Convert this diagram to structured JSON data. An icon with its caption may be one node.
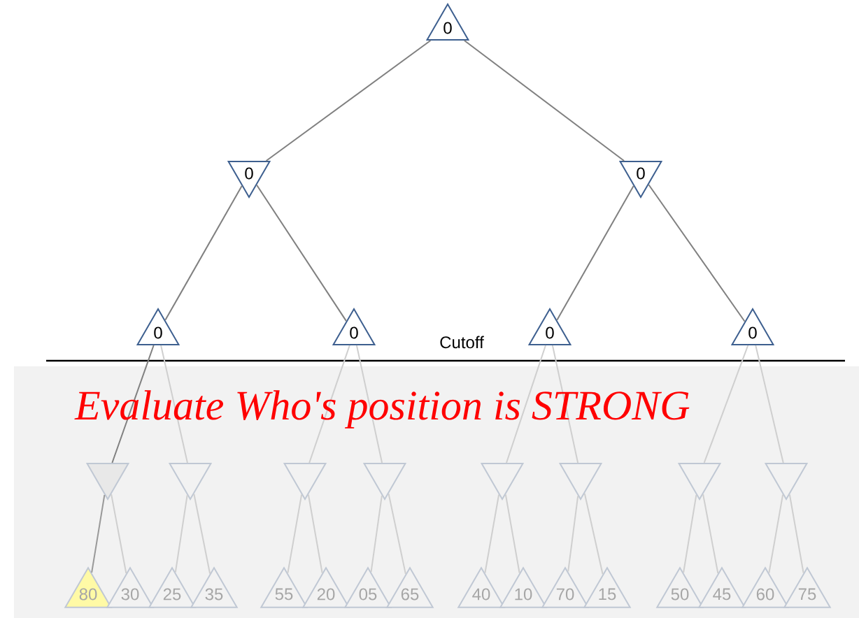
{
  "diagram": {
    "nodes": [
      {
        "text": [
          "0"
        ]
      },
      {
        "text": [
          "0"
        ]
      },
      {
        "text": [
          "0"
        ]
      },
      {
        "text": [
          "0"
        ]
      },
      {
        "text": [
          "0"
        ]
      },
      {
        "text": [
          "0"
        ]
      },
      {
        "text": [
          "0"
        ]
      },
      {
        "text": [],
        "shape": "triangle"
      },
      {
        "text": [],
        "shape": "triangle"
      },
      {
        "text": [],
        "shape": "triangle"
      },
      {
        "text": [],
        "shape": "triangle"
      },
      {
        "text": [],
        "shape": "triangle"
      },
      {
        "text": [],
        "shape": "triangle"
      },
      {
        "text": [],
        "shape": "triangle"
      },
      {
        "text": [],
        "shape": "triangle"
      },
      {
        "text": [
          "80"
        ]
      },
      {
        "text": [
          "30"
        ]
      },
      {
        "text": [
          "25"
        ]
      },
      {
        "text": [
          "35"
        ]
      },
      {
        "text": [
          "55"
        ]
      },
      {
        "text": [
          "20"
        ]
      },
      {
        "text": [
          "05"
        ]
      },
      {
        "text": [
          "65"
        ]
      },
      {
        "text": [
          "40"
        ]
      },
      {
        "text": [
          "10"
        ]
      },
      {
        "text": [
          "70"
        ]
      },
      {
        "text": [
          "15"
        ]
      },
      {
        "text": [
          "50"
        ]
      },
      {
        "text": [
          "45"
        ]
      },
      {
        "text": [
          "60"
        ]
      },
      {
        "text": [
          "75"
        ]
      }
    ],
    "edges": [
      {
        "from": 0,
        "to": 1,
        "arrow": "none",
        "color": "#808080"
      },
      {
        "from": 0,
        "to": 2,
        "arrow": "none",
        "color": "#808080"
      },
      {
        "from": 1,
        "to": 3,
        "arrow": "none",
        "color": "#808080"
      },
      {
        "from": 1,
        "to": 4,
        "arrow": "none",
        "color": "#808080"
      },
      {
        "from": 2,
        "to": 5,
        "arrow": "none",
        "color": "#808080"
      },
      {
        "from": 2,
        "to": 6,
        "arrow": "none",
        "color": "#808080"
      },
      {
        "from": 3,
        "to": 7,
        "arrow": "none",
        "color": "#808080"
      },
      {
        "from": 3,
        "to": 8,
        "arrow": "none"
      },
      {
        "from": 4,
        "to": 9,
        "arrow": "none"
      },
      {
        "from": 4,
        "to": 10,
        "arrow": "none"
      },
      {
        "from": 5,
        "to": 11,
        "arrow": "none"
      },
      {
        "from": 5,
        "to": 12,
        "arrow": "none"
      },
      {
        "from": 6,
        "to": 13,
        "arrow": "none"
      },
      {
        "from": 6,
        "to": 14,
        "arrow": "none"
      },
      {
        "from": 7,
        "to": 15,
        "arrow": "none",
        "color": "#999999"
      },
      {
        "from": 7,
        "to": 16,
        "arrow": "none"
      },
      {
        "from": 8,
        "to": 17,
        "arrow": "none"
      },
      {
        "from": 8,
        "to": 18,
        "arrow": "none"
      },
      {
        "from": 9,
        "to": 19,
        "arrow": "none"
      },
      {
        "from": 9,
        "to": 20,
        "arrow": "none"
      },
      {
        "from": 10,
        "to": 21,
        "arrow": "none"
      },
      {
        "from": 10,
        "to": 22,
        "arrow": "none"
      },
      {
        "from": 11,
        "to": 23,
        "arrow": "none"
      },
      {
        "from": 11,
        "to": 24,
        "arrow": "none"
      },
      {
        "from": 12,
        "to": 25,
        "arrow": "none"
      },
      {
        "from": 12,
        "to": 26,
        "arrow": "none"
      },
      {
        "from": 13,
        "to": 27,
        "arrow": "none"
      },
      {
        "from": 13,
        "to": 28,
        "arrow": "none"
      },
      {
        "from": 14,
        "to": 29,
        "arrow": "none"
      },
      {
        "from": 14,
        "to": 30,
        "arrow": "none"
      }
    ],
    "labels": [
      "Cutoff",
      "Evaluate Who's position is STRONG"
    ]
  }
}
